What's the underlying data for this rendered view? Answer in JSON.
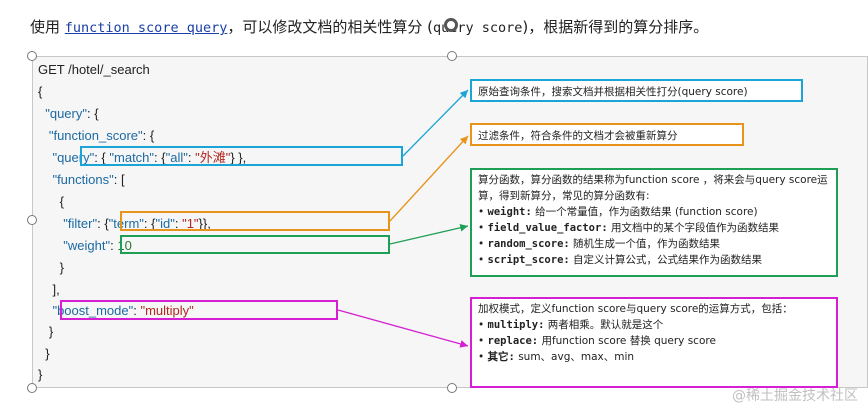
{
  "intro": {
    "prefix": "使用 ",
    "code": "function score query",
    "middle": "，可以修改文档的相关性算分 (",
    "code2": "query score",
    "suffix": ")，根据新得到的算分排序。"
  },
  "code": {
    "l1": "GET /hotel/_search",
    "l2": "{",
    "l3_key": "\"query\"",
    "l3_rest": ": {",
    "l4_key": "\"function_score\"",
    "l4_rest": ": {",
    "l5_key": "\"query\"",
    "l5_mid": ": { ",
    "l5_key2": "\"match\"",
    "l5_mid2": ": {",
    "l5_key3": "\"all\"",
    "l5_mid3": ": ",
    "l5_val": "\"外滩\"",
    "l5_end": "} },",
    "l6_key": "\"functions\"",
    "l6_rest": ": [",
    "l7": "{",
    "l8_key": "\"filter\"",
    "l8_mid": ": {",
    "l8_key2": "\"term\"",
    "l8_mid2": ": {",
    "l8_key3": "\"id\"",
    "l8_mid3": ": ",
    "l8_val": "\"1\"",
    "l8_end": "}},",
    "l9_key": "\"weight\"",
    "l9_mid": ": ",
    "l9_val": "10",
    "l10": "}",
    "l11": "],",
    "l12_key": "\"boost_mode\"",
    "l12_mid": ": ",
    "l12_val": "\"multiply\"",
    "l13": "}",
    "l14": "}",
    "l15": "}"
  },
  "notes": {
    "query": "原始查询条件，搜索文档并根据相关性打分(query score)",
    "filter": "过滤条件，符合条件的文档才会被重新算分",
    "functions": {
      "intro": "算分函数，算分函数的结果称为function score ，将来会与query score运算，得到新算分，常见的算分函数有:",
      "items": [
        {
          "name": "weight:",
          "desc": " 给一个常量值，作为函数结果 (function score)"
        },
        {
          "name": "field_value_factor:",
          "desc": " 用文档中的某个字段值作为函数结果"
        },
        {
          "name": "random_score:",
          "desc": " 随机生成一个值，作为函数结果"
        },
        {
          "name": "script_score:",
          "desc": " 自定义计算公式，公式结果作为函数结果"
        }
      ]
    },
    "boost": {
      "intro": "加权模式，定义function score与query score的运算方式，包括：",
      "items": [
        {
          "name": "multiply:",
          "desc": " 两者相乘。默认就是这个"
        },
        {
          "name": "replace:",
          "desc": " 用function score 替换 query score"
        },
        {
          "name": "其它:",
          "desc": " sum、avg、max、min"
        }
      ]
    }
  },
  "watermark": "@稀土掘金技术社区",
  "colors": {
    "query": "#1ba4d6",
    "filter": "#e8941a",
    "functions": "#1f9e55",
    "boost": "#d61fd3"
  }
}
